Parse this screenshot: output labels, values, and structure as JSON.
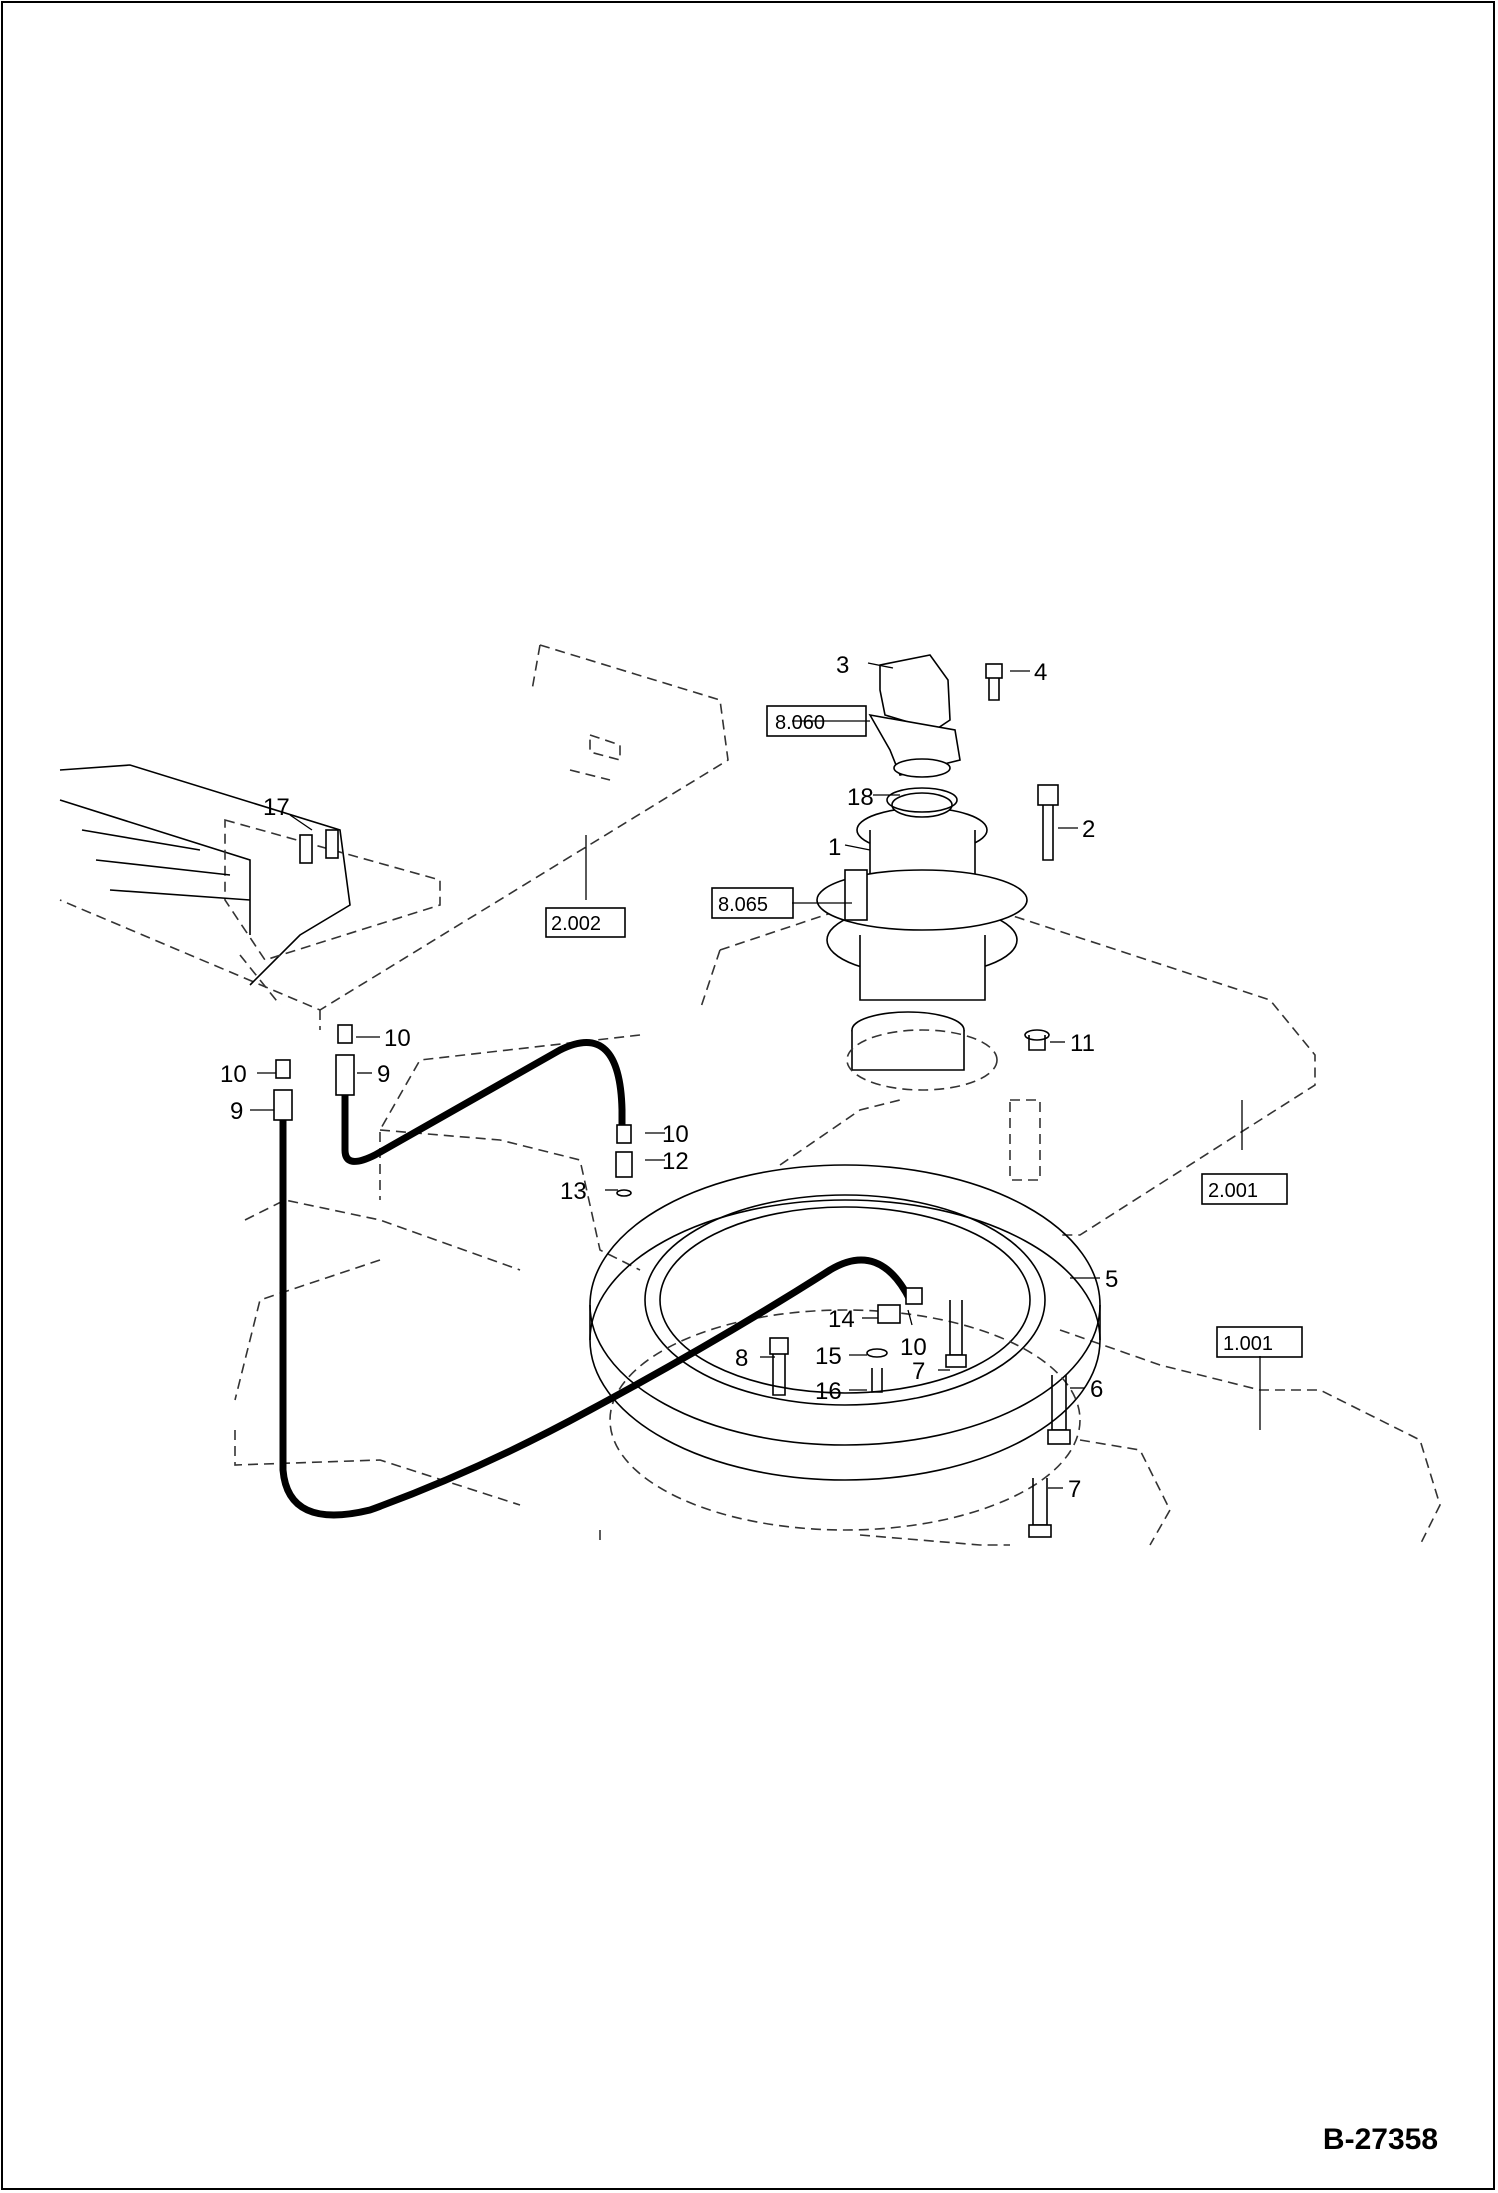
{
  "callouts": {
    "c1": "1",
    "c2": "2",
    "c3": "3",
    "c4": "4",
    "c5": "5",
    "c6": "6",
    "c7a": "7",
    "c7b": "7",
    "c8": "8",
    "c9a": "9",
    "c9b": "9",
    "c10a": "10",
    "c10b": "10",
    "c10c": "10",
    "c10d": "10",
    "c11": "11",
    "c12": "12",
    "c13": "13",
    "c14": "14",
    "c15": "15",
    "c16": "16",
    "c17": "17",
    "c18": "18"
  },
  "reference_boxes": {
    "r8060": "8.060",
    "r8065": "8.065",
    "r2002": "2.002",
    "r2001": "2.001",
    "r1001": "1.001"
  },
  "drawing_number": "B-27358"
}
